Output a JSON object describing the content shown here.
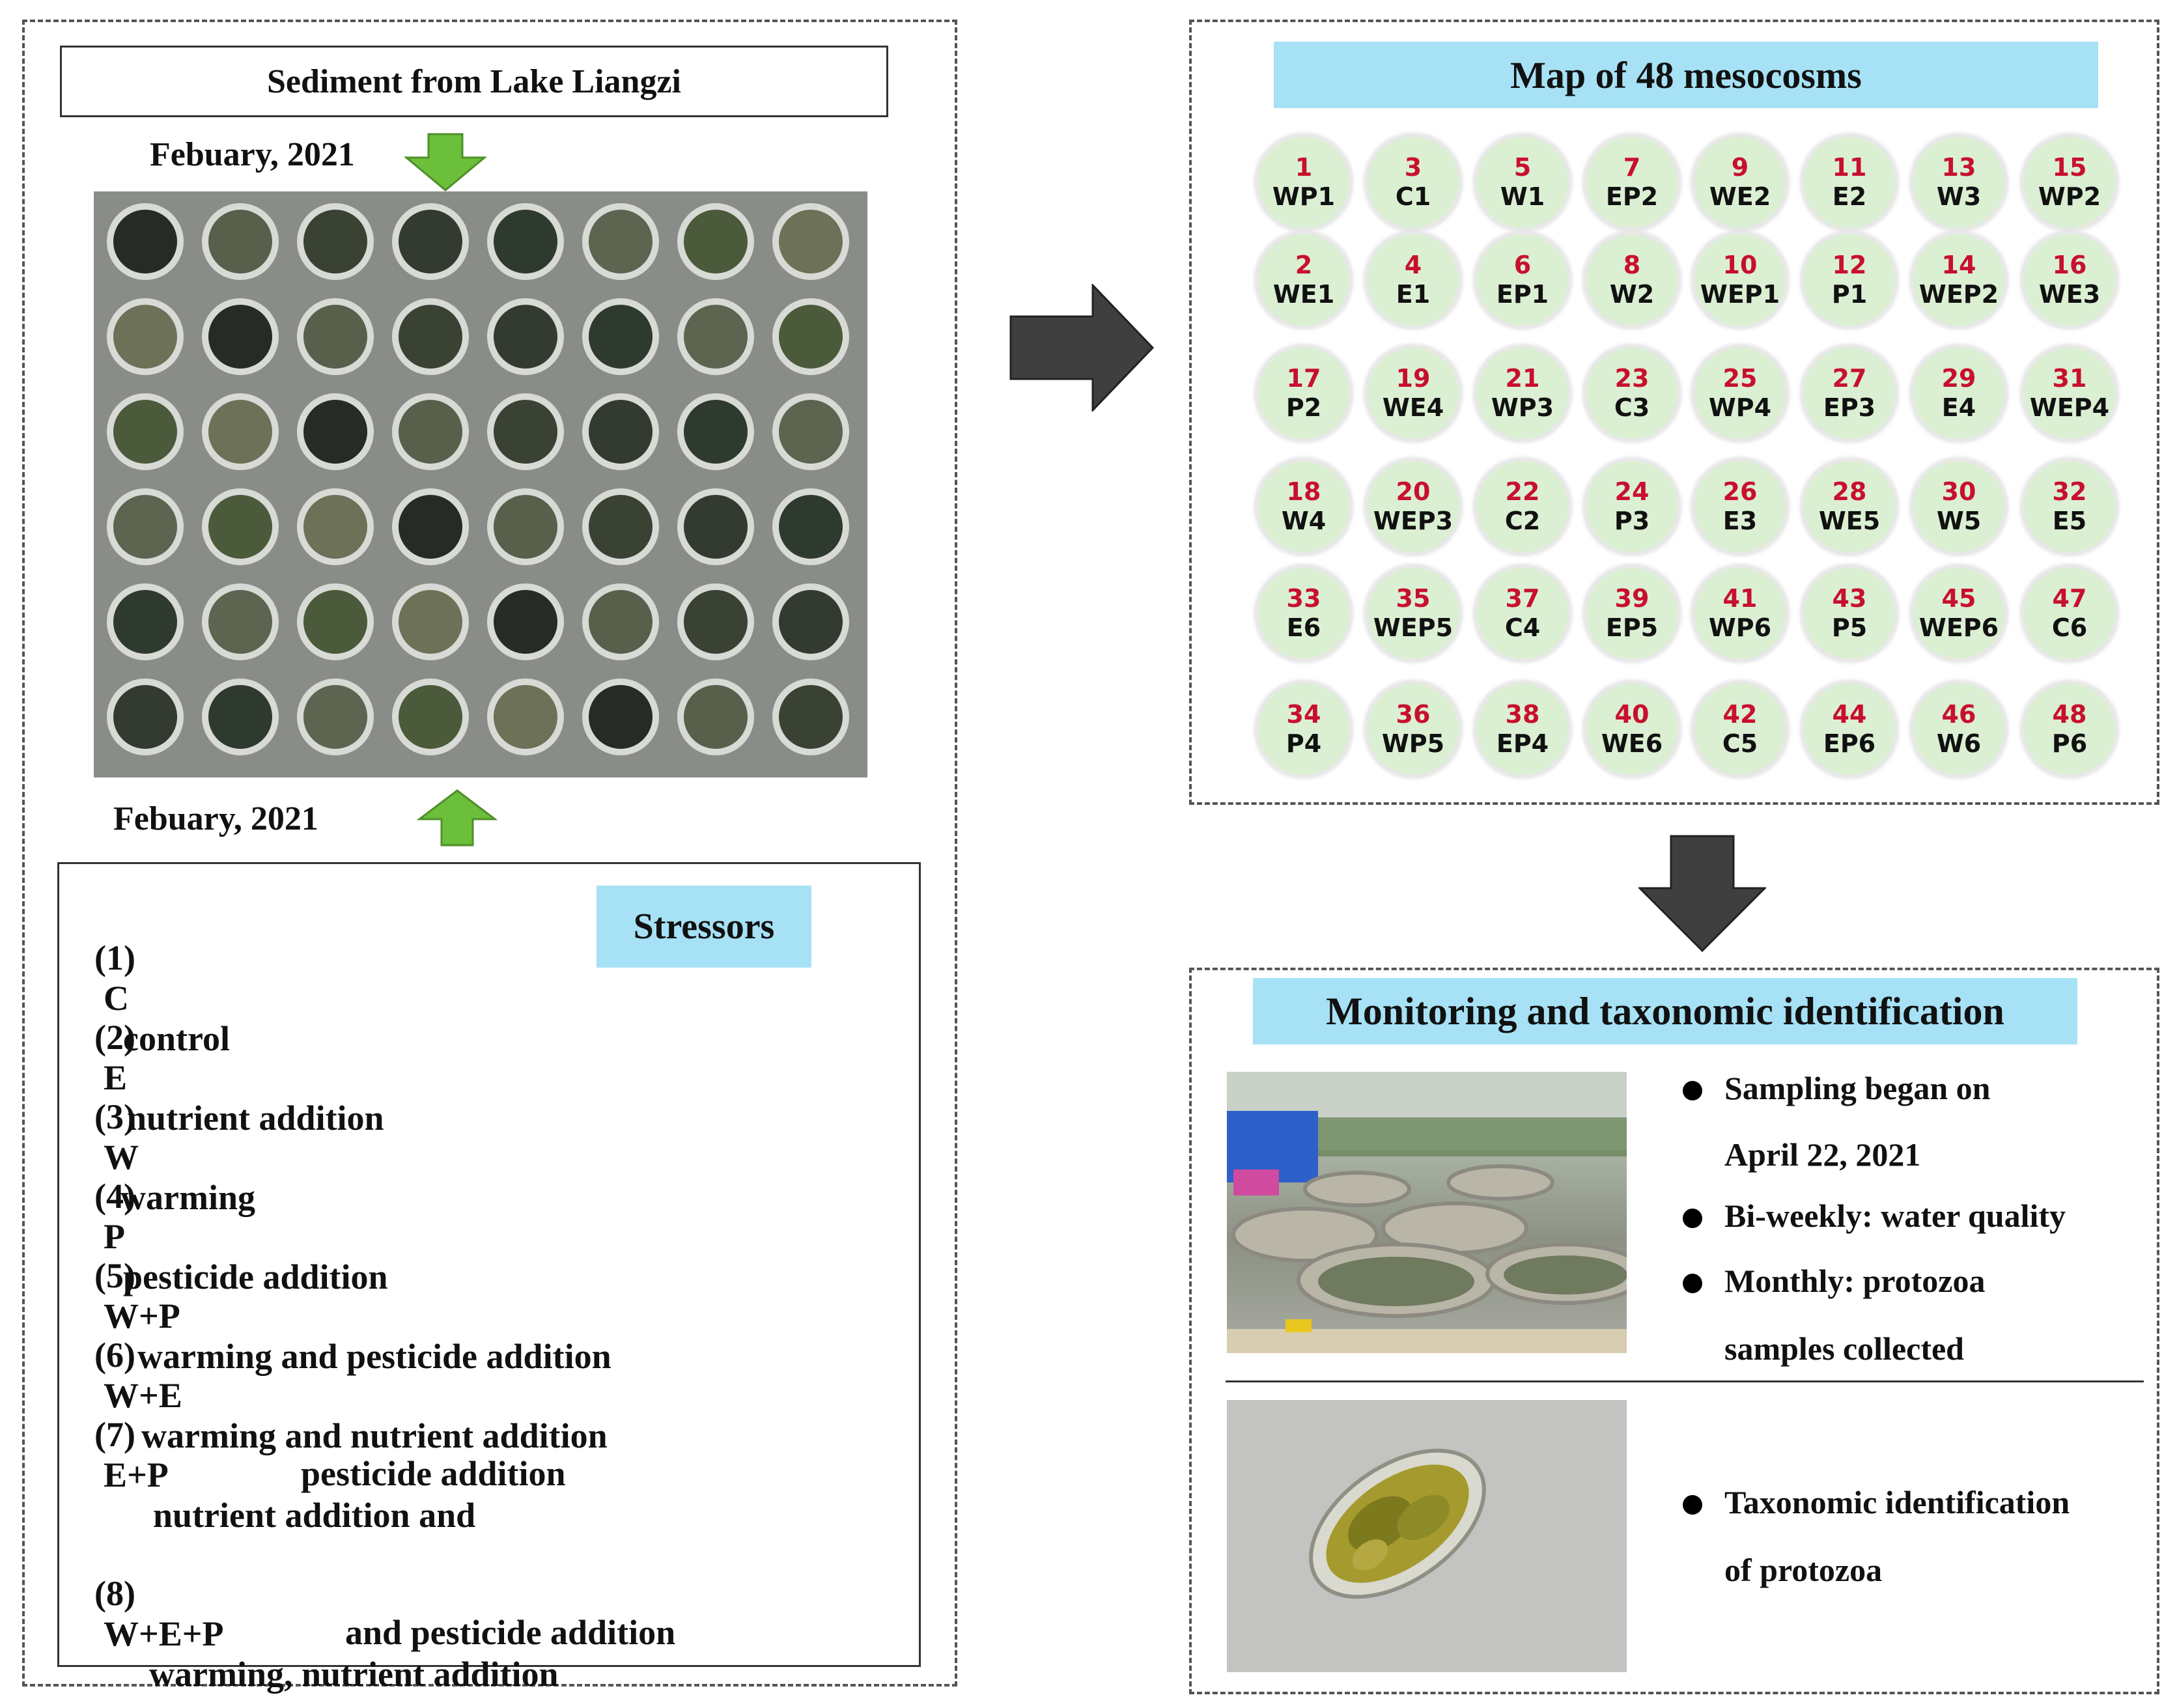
{
  "left_panel": {
    "sediment_title": "Sediment from Lake Liangzi",
    "date_top": "Febuary, 2021",
    "date_bottom": "Febuary, 2021",
    "stressors_label": "Stressors",
    "stressors": [
      {
        "num": "(1)",
        "code": "C",
        "desc": "control"
      },
      {
        "num": "(2)",
        "code": "E",
        "desc": "nutrient addition"
      },
      {
        "num": "(3)",
        "code": "W",
        "desc": "warming"
      },
      {
        "num": "(4)",
        "code": "P",
        "desc": "pesticide addition"
      },
      {
        "num": "(5)",
        "code": "W+P",
        "desc": "warming and pesticide addition"
      },
      {
        "num": "(6)",
        "code": "W+E",
        "desc": "warming and nutrient addition"
      },
      {
        "num": "(7)",
        "code": "E+P",
        "desc": "nutrient addition and",
        "desc2": "pesticide addition"
      },
      {
        "num": "(8)",
        "code": "W+E+P",
        "desc": "warming, nutrient addition",
        "desc2": "and pesticide addition"
      }
    ]
  },
  "map": {
    "title": "Map of 48 mesocosms",
    "rows": [
      [
        [
          "1",
          "WP1"
        ],
        [
          "3",
          "C1"
        ],
        [
          "5",
          "W1"
        ],
        [
          "7",
          "EP2"
        ],
        [
          "9",
          "WE2"
        ],
        [
          "11",
          "E2"
        ],
        [
          "13",
          "W3"
        ],
        [
          "15",
          "WP2"
        ]
      ],
      [
        [
          "2",
          "WE1"
        ],
        [
          "4",
          "E1"
        ],
        [
          "6",
          "EP1"
        ],
        [
          "8",
          "W2"
        ],
        [
          "10",
          "WEP1"
        ],
        [
          "12",
          "P1"
        ],
        [
          "14",
          "WEP2"
        ],
        [
          "16",
          "WE3"
        ]
      ],
      [
        [
          "17",
          "P2"
        ],
        [
          "19",
          "WE4"
        ],
        [
          "21",
          "WP3"
        ],
        [
          "23",
          "C3"
        ],
        [
          "25",
          "WP4"
        ],
        [
          "27",
          "EP3"
        ],
        [
          "29",
          "E4"
        ],
        [
          "31",
          "WEP4"
        ]
      ],
      [
        [
          "18",
          "W4"
        ],
        [
          "20",
          "WEP3"
        ],
        [
          "22",
          "C2"
        ],
        [
          "24",
          "P3"
        ],
        [
          "26",
          "E3"
        ],
        [
          "28",
          "WE5"
        ],
        [
          "30",
          "W5"
        ],
        [
          "32",
          "E5"
        ]
      ],
      [
        [
          "33",
          "E6"
        ],
        [
          "35",
          "WEP5"
        ],
        [
          "37",
          "C4"
        ],
        [
          "39",
          "EP5"
        ],
        [
          "41",
          "WP6"
        ],
        [
          "43",
          "P5"
        ],
        [
          "45",
          "WEP6"
        ],
        [
          "47",
          "C6"
        ]
      ],
      [
        [
          "34",
          "P4"
        ],
        [
          "36",
          "WP5"
        ],
        [
          "38",
          "EP4"
        ],
        [
          "40",
          "WE6"
        ],
        [
          "42",
          "C5"
        ],
        [
          "44",
          "EP6"
        ],
        [
          "46",
          "W6"
        ],
        [
          "48",
          "P6"
        ]
      ]
    ]
  },
  "monitoring": {
    "title": "Monitoring and taxonomic identification",
    "bullets_top": [
      {
        "line1": "Sampling began on",
        "line2": "April 22, 2021"
      },
      {
        "line1": "Bi-weekly: water quality"
      },
      {
        "line1": "Monthly: protozoa",
        "line2": "samples collected"
      }
    ],
    "bullets_bottom": [
      {
        "line1": "Taxonomic identification",
        "line2": "of protozoa"
      }
    ]
  },
  "colors": {
    "title_bg": "#a6e1f5",
    "arrow_green": "#6bbf3a",
    "arrow_dark": "#3f3f3f",
    "meso_fill": "#dbefd3",
    "meso_number": "#c8102e"
  }
}
